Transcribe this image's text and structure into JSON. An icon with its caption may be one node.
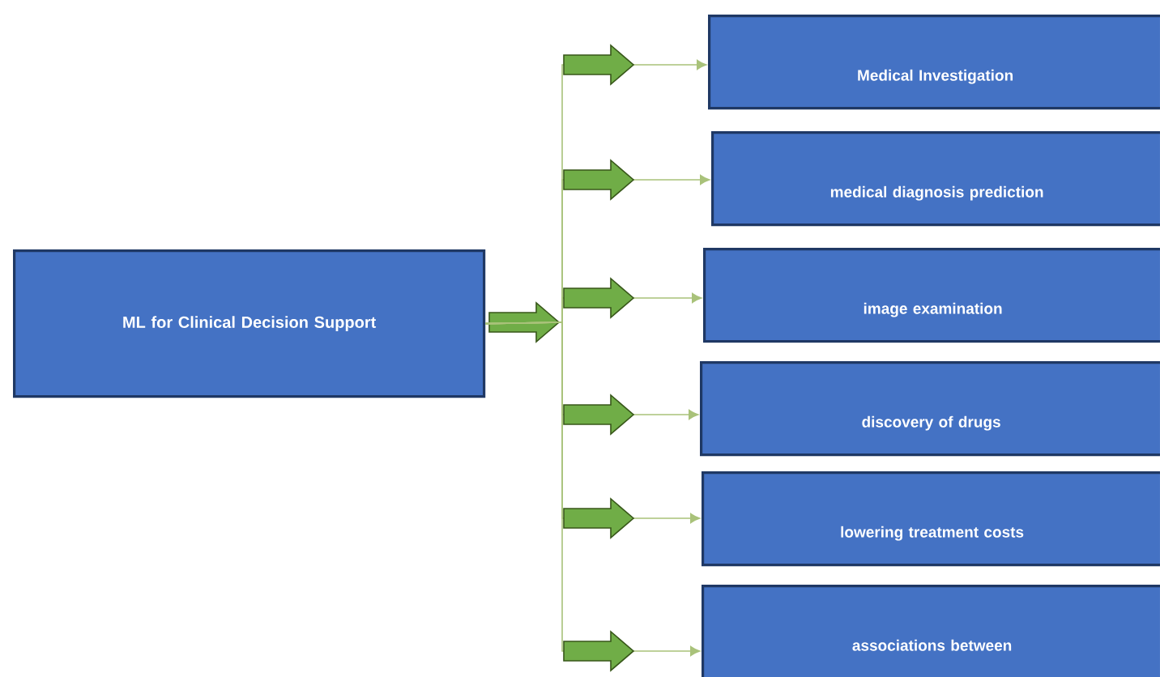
{
  "diagram": {
    "nodes": [
      {
        "text": [
          "ML for Clinical Decision Support"
        ]
      },
      {
        "text": [
          "Medical Investigation"
        ]
      },
      {
        "text": [
          "medical diagnosis prediction"
        ]
      },
      {
        "text": [
          "image examination"
        ]
      },
      {
        "text": [
          "discovery of drugs"
        ]
      },
      {
        "text": [
          "lowering treatment costs"
        ]
      },
      {
        "text": [
          "associations between"
        ]
      }
    ],
    "edges": [
      {
        "from": 0,
        "to": 1,
        "arrow": "to"
      },
      {
        "from": 0,
        "to": 2,
        "arrow": "to"
      },
      {
        "from": 0,
        "to": 3,
        "arrow": "to"
      },
      {
        "from": 0,
        "to": 4,
        "arrow": "to"
      },
      {
        "from": 0,
        "to": 5,
        "arrow": "to"
      },
      {
        "from": 0,
        "to": 6,
        "arrow": "to"
      }
    ]
  }
}
